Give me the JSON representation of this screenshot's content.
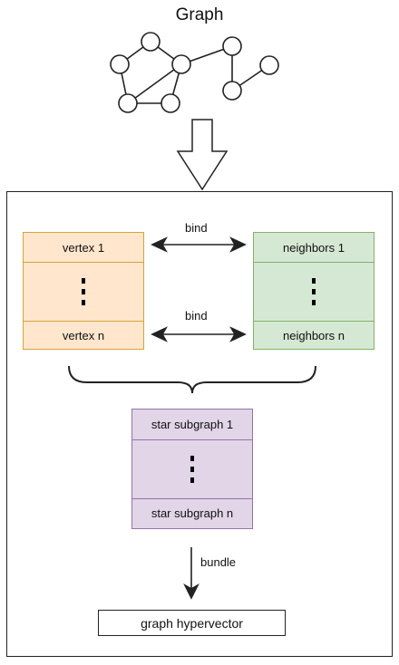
{
  "title": "Graph",
  "vertices": {
    "top": "vertex 1",
    "bottom": "vertex n"
  },
  "neighbors": {
    "top": "neighbors 1",
    "bottom": "neighbors n"
  },
  "bind_labels": {
    "top": "bind",
    "bottom": "bind"
  },
  "star": {
    "top": "star subgraph 1",
    "bottom": "star subgraph n"
  },
  "bundle_label": "bundle",
  "output": "graph hypervector",
  "colors": {
    "vertex_fill": "#ffe6cc",
    "vertex_border": "#d6a43a",
    "neighbor_fill": "#d5e8d4",
    "neighbor_border": "#82b366",
    "star_fill": "#e1d5e7",
    "star_border": "#9673a6"
  },
  "icons": [
    "graph-sketch",
    "hollow-down-arrow",
    "double-arrow",
    "curly-brace",
    "down-arrow",
    "vertical-ellipsis"
  ]
}
